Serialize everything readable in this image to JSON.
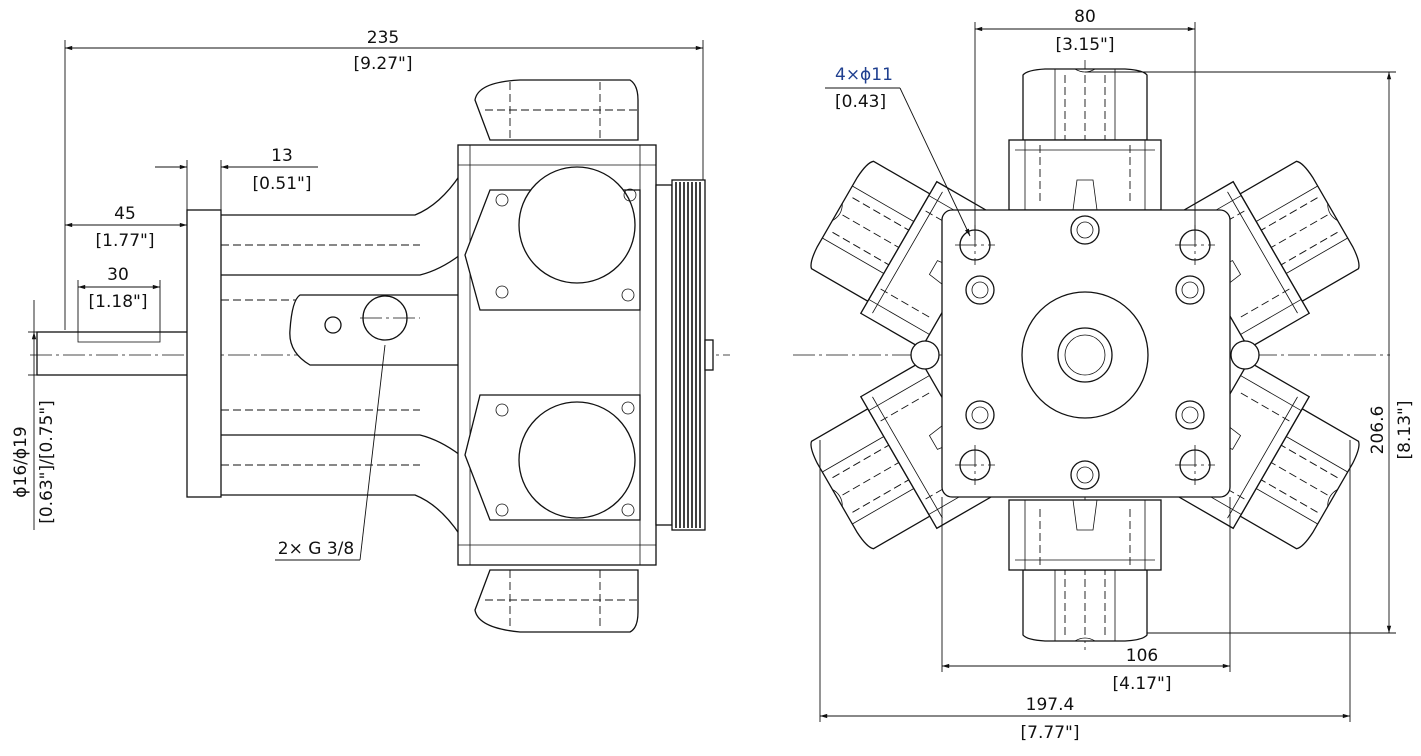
{
  "side_view": {
    "overall_length": {
      "value": "235",
      "inch": "[9.27\"]"
    },
    "flange_thickness": {
      "value": "13",
      "inch": "[0.51\"]"
    },
    "shaft_to_flange": {
      "value": "45",
      "inch": "[1.77\"]"
    },
    "key_length": {
      "value": "30",
      "inch": "[1.18\"]"
    },
    "shaft_diameter": {
      "value": "ϕ16/ϕ19",
      "inch": "[0.63\"]/[0.75\"]"
    },
    "ports_label": "2× G 3/8"
  },
  "front_view": {
    "holes_label": {
      "value": "4×ϕ11",
      "inch": "[0.43]"
    },
    "hole_spacing": {
      "value": "80",
      "inch": "[3.15\"]"
    },
    "plate_width": {
      "value": "106",
      "inch": "[4.17\"]"
    },
    "overall_width": {
      "value": "197.4",
      "inch": "[7.77\"]"
    },
    "overall_height": {
      "value": "206.6",
      "inch": "[8.13\"]"
    }
  },
  "colors": {
    "line": "#111111",
    "label_accent": "#1f3f8f"
  }
}
